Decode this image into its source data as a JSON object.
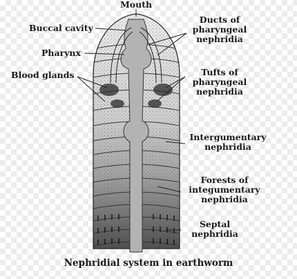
{
  "labels": {
    "mouth": "Mouth",
    "buccal_cavity": "Buccal cavity",
    "pharynx": "Pharynx",
    "blood_glands": "Blood glands",
    "ducts_line1": "Ducts of",
    "ducts_line2": "pharyngeal",
    "ducts_line3": "nephridia",
    "tufts_line1": "Tufts of",
    "tufts_line2": "pharyngeal",
    "tufts_line3": "nephridia",
    "integ_line1": "Intergumentary",
    "integ_line2": "nephridia",
    "forests_line1": "Forests of",
    "forests_line2": "integumentary",
    "forests_line3": "nephridia",
    "septal_line1": "Septal",
    "septal_line2": "nephridia"
  },
  "caption": "Nephridial system in earthworm",
  "colors": {
    "body_light": "#e2e2e2",
    "body_dark": "#5a5a5a",
    "gut": "#a9a9a9",
    "ink": "#222222"
  }
}
